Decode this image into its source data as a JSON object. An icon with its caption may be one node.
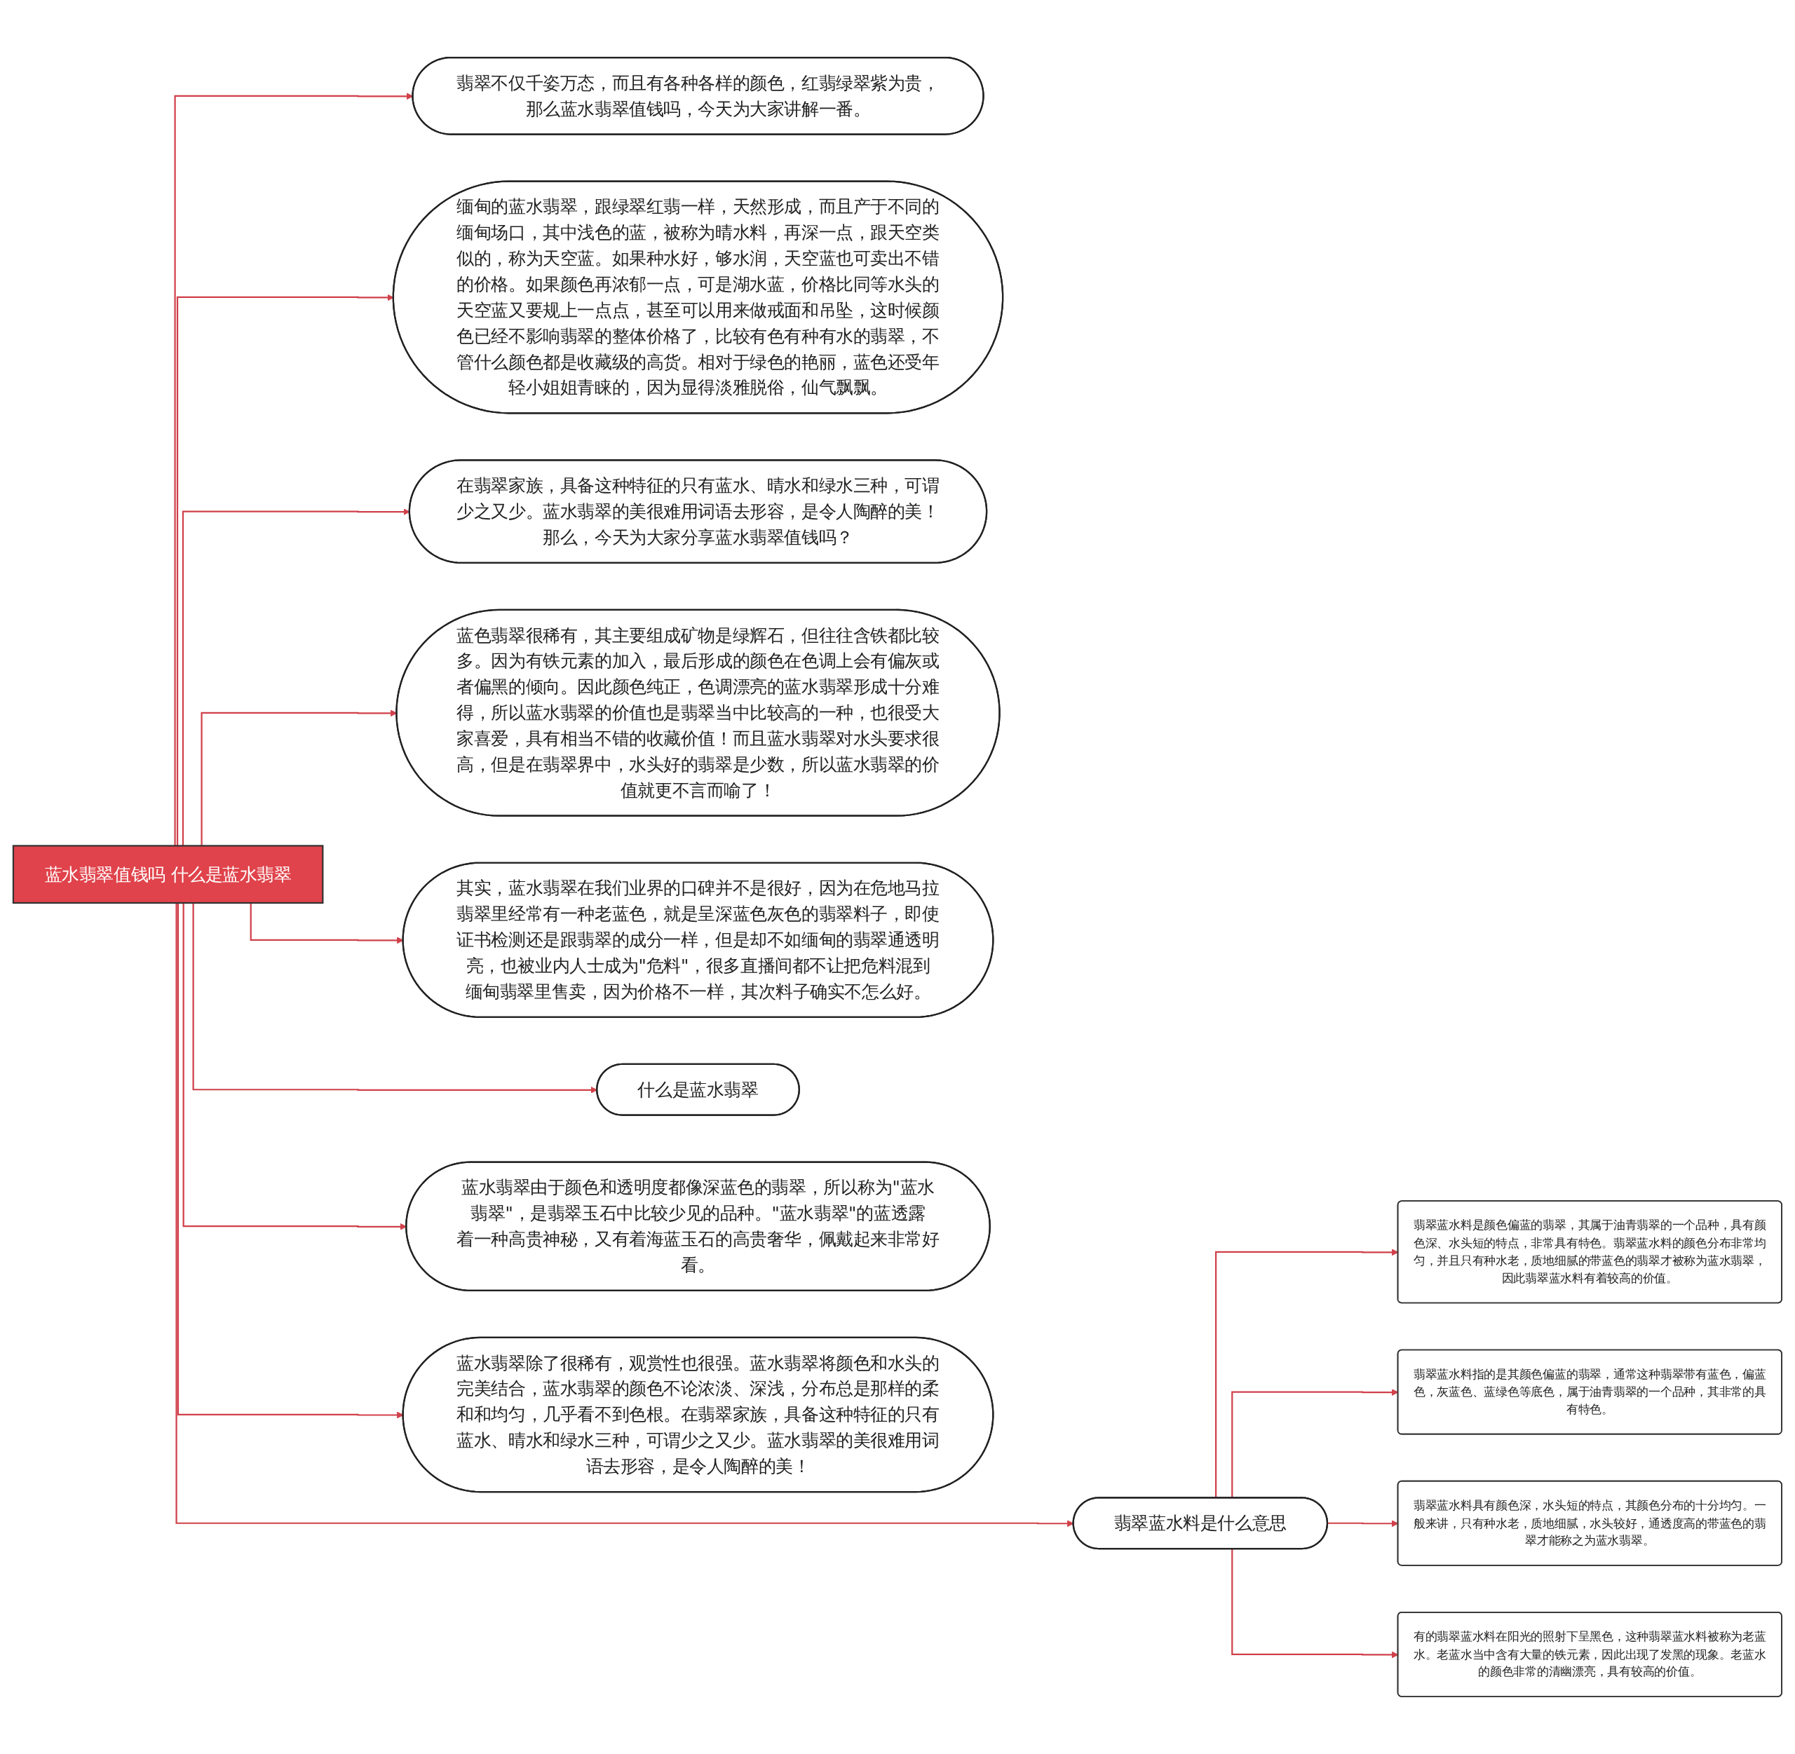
{
  "diagram": {
    "nodes": [
      {
        "text": [
          "蓝水翡翠值钱吗 什么是蓝水翡翠"
        ]
      },
      {
        "text": [
          "翡翠不仅千姿万态，而且有各种各样的颜色，红翡绿翠紫为贵，那么蓝水翡翠值钱吗，今天为大家讲解一番。"
        ]
      },
      {
        "text": [
          "缅甸的蓝水翡翠，跟绿翠红翡一样，天然形成，而且产于不同的缅甸场口，其中浅色的蓝，被称为晴水料，再深一点，跟天空类似的，称为天空蓝。如果种水好，够水润，天空蓝也可卖出不错的价格。如果颜色再浓郁一点，可是湖水蓝，价格比同等水头的天空蓝又要规上一点点，甚至可以用来做戒面和吊坠，这时候颜色已经不影响翡翠的整体价格了，比较有色有种有水的翡翠，不管什么颜色都是收藏级的高货。相对于绿色的艳丽，蓝色还受年轻小姐姐青睐的，因为显得淡雅脱俗，仙气飘飘。"
        ]
      },
      {
        "text": [
          "在翡翠家族，具备这种特征的只有蓝水、晴水和绿水三种，可谓少之又少。蓝水翡翠的美很难用词语去形容，是令人陶醉的美！那么，今天为大家分享蓝水翡翠值钱吗？"
        ]
      },
      {
        "text": [
          "蓝色翡翠很稀有，其主要组成矿物是绿辉石，但往往含铁都比较多。因为有铁元素的加入，最后形成的颜色在色调上会有偏灰或者偏黑的倾向。因此颜色纯正，色调漂亮的蓝水翡翠形成十分难得，所以蓝水翡翠的价值也是翡翠当中比较高的一种，也很受大家喜爱，具有相当不错的收藏价值！而且蓝水翡翠对水头要求很高，但是在翡翠界中，水头好的翡翠是少数，所以蓝水翡翠的价值就更不言而喻了！"
        ]
      },
      {
        "text": [
          "翡翠蓝水料是什么意思"
        ]
      },
      {
        "text": [
          "翡翠蓝水料是颜色偏蓝的翡翠，其属于油青翡翠的一个品种，具有颜色深、水头短的特点，非常具有特色。翡翠蓝水料的颜色分布非常均匀，并且只有种水老，质地细腻的带蓝色的翡翠才被称为蓝水翡翠，因此翡翠蓝水料有着较高的价值。"
        ]
      },
      {
        "text": [
          "翡翠蓝水料指的是其颜色偏蓝的翡翠，通常这种翡翠带有蓝色，偏蓝色，灰蓝色、蓝绿色等底色，属于油青翡翠的一个品种，其非常的具有特色。"
        ]
      },
      {
        "text": [
          "翡翠蓝水料具有颜色深，水头短的特点，其颜色分布的十分均匀。一般来讲，只有种水老，质地细腻，水头较好，通透度高的带蓝色的翡翠才能称之为蓝水翡翠。"
        ]
      },
      {
        "text": [
          "有的翡翠蓝水料在阳光的照射下呈黑色，这种翡翠蓝水料被称为老蓝水。老蓝水当中含有大量的铁元素，因此出现了发黑的现象。老蓝水的颜色非常的清幽漂亮，具有较高的价值。"
        ]
      },
      {
        "text": [
          "其实，蓝水翡翠在我们业界的口碑并不是很好，因为在危地马拉翡翠里经常有一种老蓝色，就是呈深蓝色灰色的翡翠料子，即使证书检测还是跟翡翠的成分一样，但是却不如缅甸的翡翠通透明亮，也被业内人士成为\"危料\"，很多直播间都不让把危料混到缅甸翡翠里售卖，因为价格不一样，其次料子确实不怎么好。"
        ]
      },
      {
        "text": [
          "什么是蓝水翡翠"
        ]
      },
      {
        "text": [
          "蓝水翡翠由于颜色和透明度都像深蓝色的翡翠，所以称为\"蓝水翡翠\"，是翡翠玉石中比较少见的品种。\"蓝水翡翠\"的蓝透露着一种高贵神秘，又有着海蓝玉石的高贵奢华，佩戴起来非常好看。"
        ]
      },
      {
        "text": [
          "蓝水翡翠除了很稀有，观赏性也很强。蓝水翡翠将颜色和水头的完美结合，蓝水翡翠的颜色不论浓淡、深浅，分布总是那样的柔和和均匀，几乎看不到色根。在翡翠家族，具备这种特征的只有蓝水、晴水和绿水三种，可谓少之又少。蓝水翡翠的美很难用词语去形容，是令人陶醉的美！"
        ]
      }
    ],
    "edges": [
      {
        "from": 0,
        "to": 1,
        "arrow": "to"
      },
      {
        "from": 0,
        "to": 2,
        "arrow": "to"
      },
      {
        "from": 0,
        "to": 3,
        "arrow": "to"
      },
      {
        "from": 0,
        "to": 4,
        "arrow": "to"
      },
      {
        "from": 0,
        "to": 5,
        "arrow": "to"
      },
      {
        "from": 5,
        "to": 6,
        "arrow": "to"
      },
      {
        "from": 5,
        "to": 7,
        "arrow": "to"
      },
      {
        "from": 5,
        "to": 8,
        "arrow": "to"
      },
      {
        "from": 5,
        "to": 9,
        "arrow": "to"
      },
      {
        "from": 0,
        "to": 10,
        "arrow": "to"
      },
      {
        "from": 0,
        "to": 11,
        "arrow": "to"
      },
      {
        "from": 0,
        "to": 12,
        "arrow": "to"
      },
      {
        "from": 0,
        "to": 13,
        "arrow": "to"
      }
    ]
  }
}
